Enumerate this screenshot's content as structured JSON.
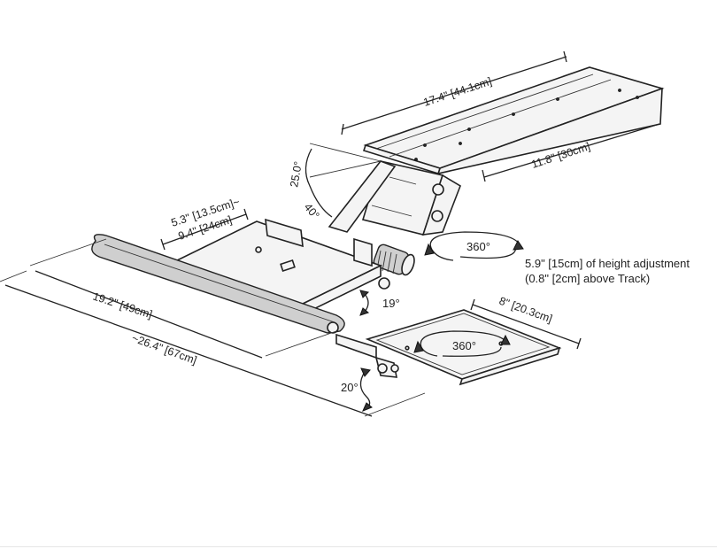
{
  "dimensions": {
    "track_length": "17.4\" [44.1cm]",
    "track_width": "11.8\" [30cm]",
    "tilt_angle": "25.0°",
    "tilt_angle_2": "40°",
    "platform_depth_line1": "5.3\" [13.5cm]~",
    "platform_depth_line2": "9.4\" [24cm]",
    "keyboard_width": "19.2\" [49cm]",
    "overall_width": "~26.4\" [67cm]",
    "mouse_pad_width": "8\" [20.3cm]",
    "swivel_rotation": "360°",
    "mouse_pad_rotation": "360°",
    "height_tilt": "19°",
    "mouse_tilt": "20°"
  },
  "annotations": {
    "height_adjustment_line1": "5.9\" [15cm] of height adjustment",
    "height_adjustment_line2": "(0.8\" [2cm] above Track)"
  }
}
